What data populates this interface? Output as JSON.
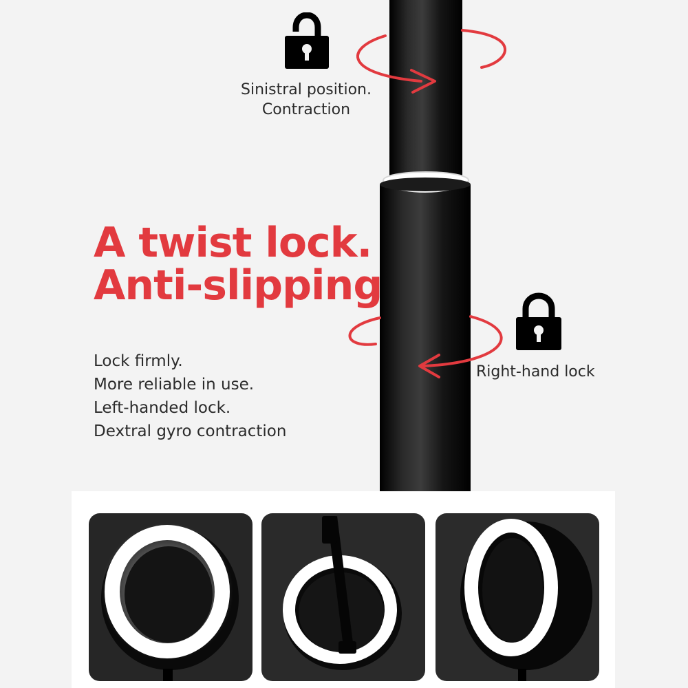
{
  "headline": {
    "line1": "A twist lock.",
    "line2": "Anti-slipping"
  },
  "features": [
    "Lock firmly.",
    "More reliable in use.",
    "Left-handed lock.",
    "Dextral gyro contraction"
  ],
  "unlock_label": {
    "line1": "Sinistral position.",
    "line2": "Contraction"
  },
  "lock_label": "Right-hand lock",
  "colors": {
    "accent": "#e23a3f",
    "text": "#2b2b2b",
    "background": "#f3f3f3",
    "pole": "#111111"
  },
  "icons": [
    "unlocked-padlock-icon",
    "locked-padlock-icon",
    "rotation-arrow-icon"
  ],
  "gallery": [
    {
      "name": "ring-light-front-view"
    },
    {
      "name": "ring-light-with-tripod-view"
    },
    {
      "name": "ring-light-angled-view"
    }
  ]
}
